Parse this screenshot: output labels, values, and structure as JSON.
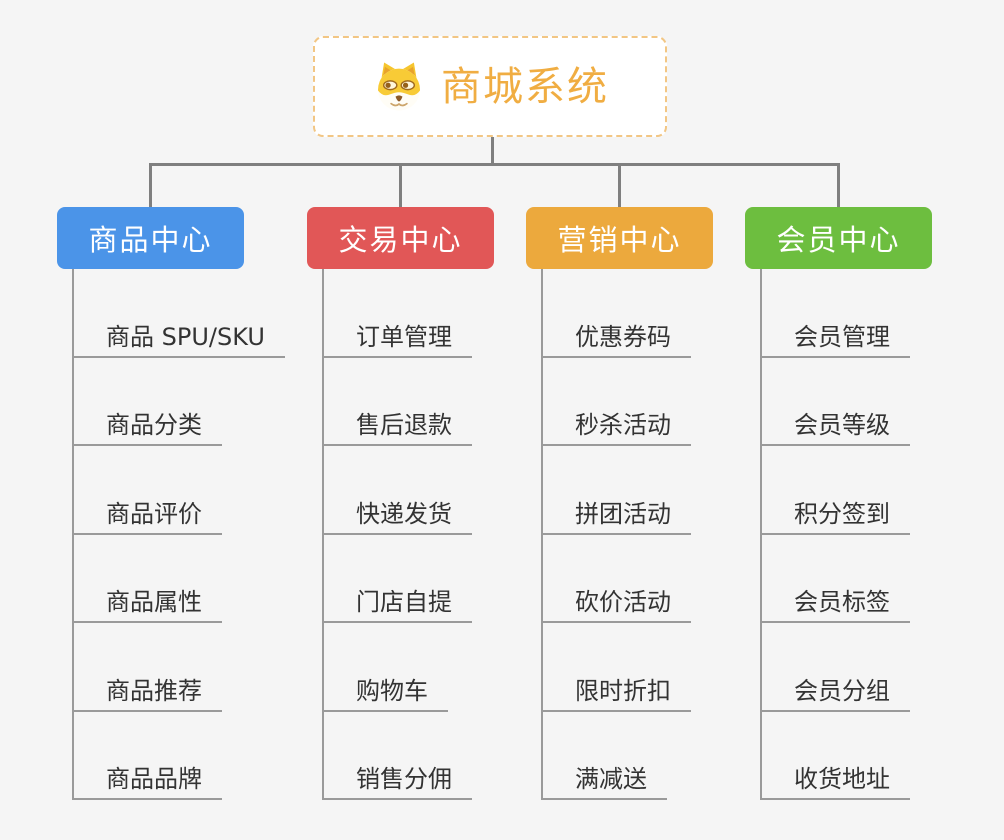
{
  "root": {
    "title": "商城系统",
    "icon": "shiba-dog-icon"
  },
  "branches": [
    {
      "id": "product-center",
      "label": "商品中心",
      "color": "#4b94e8",
      "children": [
        "商品 SPU/SKU",
        "商品分类",
        "商品评价",
        "商品属性",
        "商品推荐",
        "商品品牌"
      ]
    },
    {
      "id": "trade-center",
      "label": "交易中心",
      "color": "#e15757",
      "children": [
        "订单管理",
        "售后退款",
        "快递发货",
        "门店自提",
        "购物车",
        "销售分佣"
      ]
    },
    {
      "id": "marketing-center",
      "label": "营销中心",
      "color": "#eca93d",
      "children": [
        "优惠券码",
        "秒杀活动",
        "拼团活动",
        "砍价活动",
        "限时折扣",
        "满减送"
      ]
    },
    {
      "id": "member-center",
      "label": "会员中心",
      "color": "#6dbe3f",
      "children": [
        "会员管理",
        "会员等级",
        "积分签到",
        "会员标签",
        "会员分组",
        "收货地址"
      ]
    }
  ],
  "colors": {
    "background": "#f5f5f5",
    "root_border": "#f2c684",
    "root_text": "#f0ad42",
    "connector": "#7f7f7f",
    "subline": "#9a9a9a",
    "item_text": "#333333"
  }
}
